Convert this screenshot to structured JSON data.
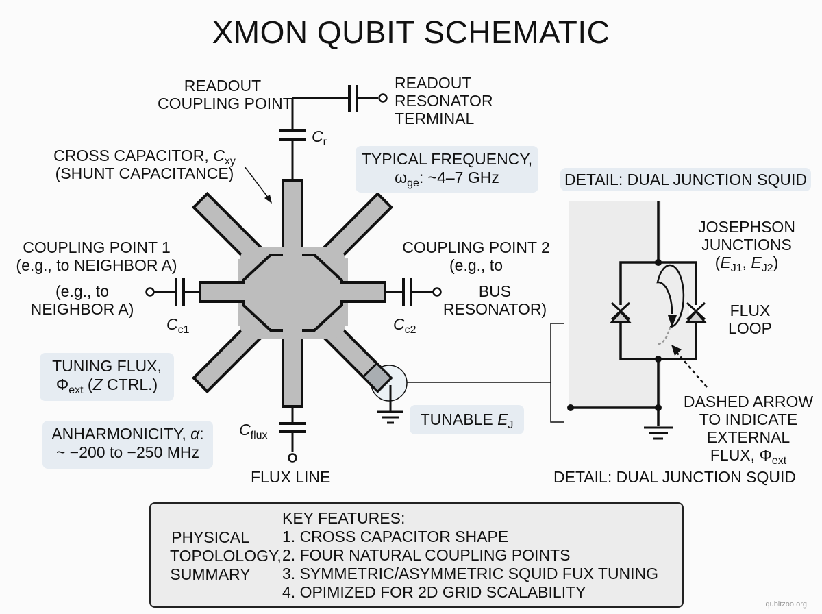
{
  "title": "XMON QUBIT SCHEMATIC",
  "labels": {
    "readout_coupling": [
      "READOUT",
      "COUPLING POINT"
    ],
    "readout_terminal": [
      "READOUT",
      "RESONATOR",
      "TERMINAL"
    ],
    "cr": {
      "main": "C",
      "sub": "r"
    },
    "cross_capacitor": {
      "line1": "CROSS CAPACITOR, ",
      "sym": "C",
      "sub": "xy",
      "line2": "(SHUNT CAPACITANCE)"
    },
    "coupling1": [
      "COUPLING POINT 1",
      "(e.g., to NEIGHBOR A)"
    ],
    "coupling1_terminal": [
      "(e.g., to",
      "NEIGHBOR A)"
    ],
    "cc1": {
      "main": "C",
      "sub": "c1"
    },
    "coupling2": [
      "COUPLING POINT 2",
      "(e.g., to"
    ],
    "coupling2_terminal": [
      "BUS",
      "RESONATOR)"
    ],
    "cc2": {
      "main": "C",
      "sub": "c2"
    },
    "cflux": {
      "main": "C",
      "sub": "flux"
    },
    "flux_line": "FLUX LINE",
    "josephson": {
      "line1": "JOSEPHSON",
      "line2": "JUNCTIONS",
      "open": "(",
      "e1": "E",
      "e1sub": "J1",
      "sep": ", ",
      "e2": "E",
      "e2sub": "J2",
      "close": ")"
    },
    "flux_loop": [
      "FLUX",
      "LOOP"
    ],
    "dashed_arrow": [
      "DASHED ARROW",
      "TO INDICATE",
      "EXTERNAL"
    ],
    "dashed_arrow_last": {
      "text": "FLUX, ",
      "sym": "Φ",
      "sub": "ext"
    },
    "detail_bottom": "DETAIL: DUAL JUNCTION SQUID"
  },
  "notes": {
    "frequency": {
      "line1": "TYPICAL FREQUENCY,",
      "sym": "ω",
      "sub": "ge",
      "rest": ": ~4–7 GHz"
    },
    "detail_top": "DETAIL: DUAL JUNCTION SQUID",
    "tuning_flux": {
      "line1": "TUNING FLUX,",
      "sym": "Φ",
      "sub": "ext",
      "rest": " (",
      "z": "Z",
      "rest2": " CTRL.)"
    },
    "anharmonicity": {
      "line1a": "ANHARMONICITY, ",
      "sym": "α",
      "line1b": ":",
      "line2": "~ −200 to −250 MHz"
    },
    "tunable_ej": {
      "text": "TUNABLE ",
      "sym": "E",
      "sub": "J"
    }
  },
  "summary": {
    "left": [
      "PHYSICAL",
      "TOPOLOLOGY,",
      "SUMMARY"
    ],
    "heading": "KEY FEATURES:",
    "items": [
      "1. CROSS CAPACITOR SHAPE",
      "2. FOUR NATURAL COUPLING POINTS",
      "3. SYMMETRIC/ASYMMETRIC SQUID FUX TUNING",
      "4. OPIMIZED FOR 2D GRID SCALABILITY"
    ]
  },
  "watermark": "qubitzoo.org",
  "colors": {
    "pad_fill": "#bdbdbd",
    "note_bg": "#e6ecf2",
    "squid_panel": "#ededed",
    "line": "#111111"
  }
}
